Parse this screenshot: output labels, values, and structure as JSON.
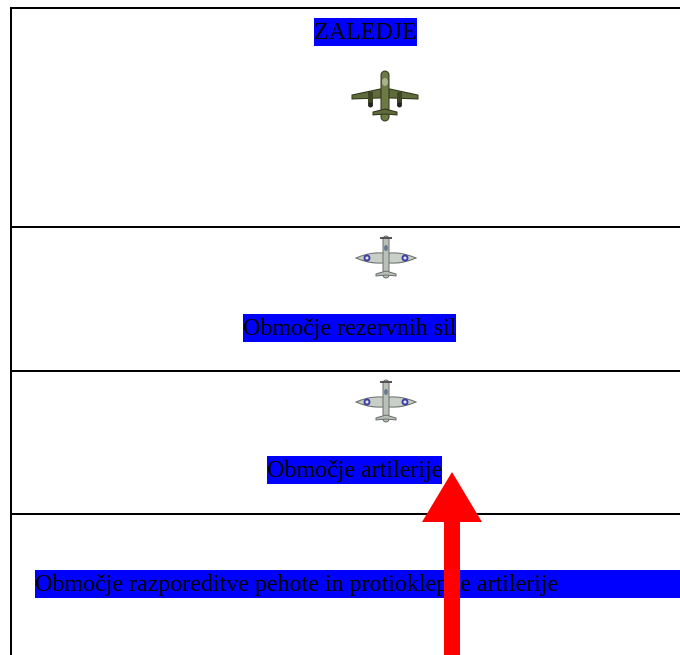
{
  "zones": {
    "top": {
      "label": "ZALEDJE"
    },
    "reserve": {
      "label": "Območje rezervnih sil"
    },
    "artillery": {
      "label": "Območje artilerije"
    },
    "infantry": {
      "label": "Območje razporeditve pehote in protioklepne artilerije"
    }
  },
  "icons": {
    "bomber": "bomber-aircraft-icon",
    "fighter": "fighter-aircraft-icon",
    "arrow": "up-arrow-icon"
  },
  "colors": {
    "label_background": "#0000ff",
    "arrow": "#ff0000",
    "lines": "#000000"
  }
}
